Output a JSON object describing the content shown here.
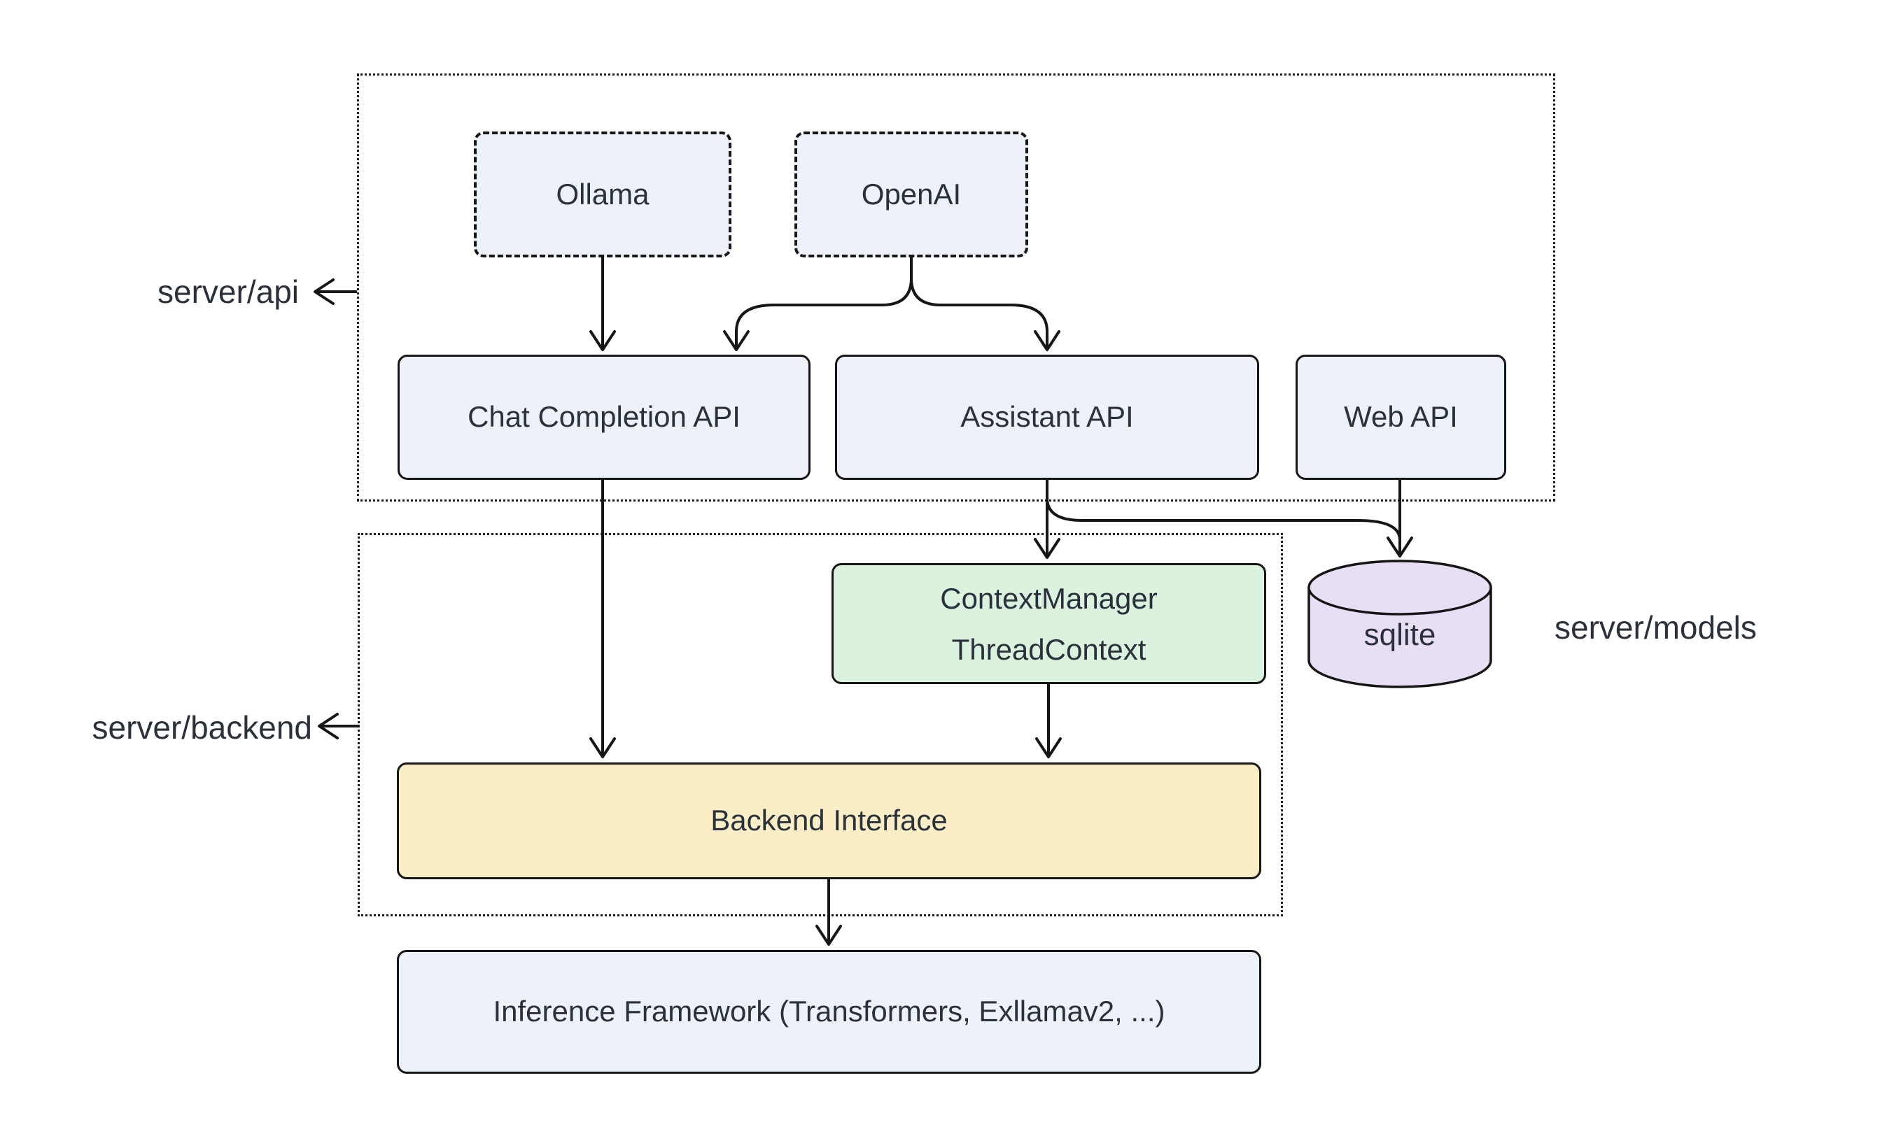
{
  "diagram": {
    "containers": {
      "server_api": {
        "label": "server/api"
      },
      "server_backend": {
        "label": "server/backend"
      }
    },
    "nodes": {
      "ollama": {
        "label": "Ollama"
      },
      "openai": {
        "label": "OpenAI"
      },
      "chat_api": {
        "label": "Chat Completion API"
      },
      "assistant_api": {
        "label": "Assistant API"
      },
      "web_api": {
        "label": "Web API"
      },
      "context_manager": {
        "line1": "ContextManager",
        "line2": "ThreadContext"
      },
      "backend_interface": {
        "label": "Backend Interface"
      },
      "inference": {
        "label": "Inference Framework (Transformers, Exllamav2, ...)"
      },
      "sqlite": {
        "label": "sqlite"
      }
    },
    "annotations": {
      "server_models": {
        "label": "server/models"
      }
    },
    "colors": {
      "node_fill_blue": "#EDF1F9",
      "node_fill_green": "#DBF2DF",
      "node_fill_yellow": "#FBEEC7",
      "node_fill_purple": "#E8DFF7",
      "stroke": "#161616",
      "text": "#2B313B",
      "background": "#FFFFFF"
    }
  }
}
